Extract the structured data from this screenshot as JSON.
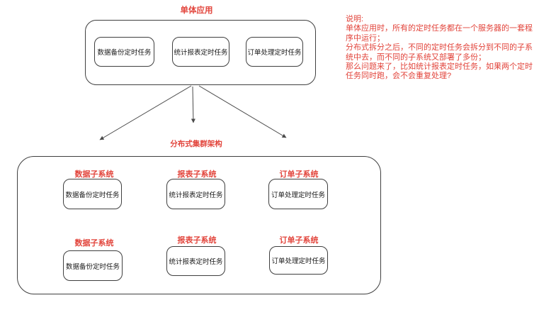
{
  "colors": {
    "accent_red": "#e2443b",
    "line": "#3f3f3f",
    "background": "#ffffff"
  },
  "monolith": {
    "title": "单体应用",
    "tasks": [
      "数据备份定时任务",
      "统计报表定时任务",
      "订单处理定时任务"
    ]
  },
  "cluster": {
    "title": "分布式集群架构",
    "subsystems": [
      {
        "label": "数据子系统",
        "task": "数据备份定时任务"
      },
      {
        "label": "报表子系统",
        "task": "统计报表定时任务"
      },
      {
        "label": "订单子系统",
        "task": "订单处理定时任务"
      },
      {
        "label": "数据子系统",
        "task": "数据备份定时任务"
      },
      {
        "label": "报表子系统",
        "task": "统计报表定时任务"
      },
      {
        "label": "订单子系统",
        "task": "订单处理定时任务"
      }
    ]
  },
  "note": {
    "lines": [
      "说明:",
      "单体应用时，所有的定时任务都在一个服务器的一套程",
      "序中运行；",
      "分布式拆分之后，不同的定时任务会拆分到不同的子系",
      "统中去，而不同的子系统又部署了多份；",
      "那么问题来了，比如统计报表定时任务，如果两个定时",
      "任务同时跑，会不会重复处理?"
    ]
  }
}
